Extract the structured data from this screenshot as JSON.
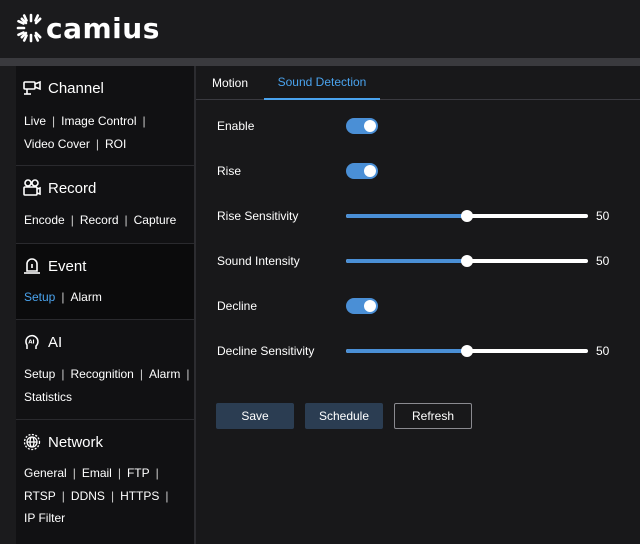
{
  "brand": {
    "name": "camius"
  },
  "sidebar": {
    "sections": [
      {
        "id": "channel",
        "title": "Channel",
        "icon": "camera-icon",
        "links": [
          "Live",
          "Image Control",
          "Video Cover",
          "ROI"
        ]
      },
      {
        "id": "record",
        "title": "Record",
        "icon": "video-recorder-icon",
        "links": [
          "Encode",
          "Record",
          "Capture"
        ]
      },
      {
        "id": "event",
        "title": "Event",
        "icon": "alert-icon",
        "links": [
          "Setup",
          "Alarm"
        ],
        "active_link": "Setup"
      },
      {
        "id": "ai",
        "title": "AI",
        "icon": "ai-head-icon",
        "links": [
          "Setup",
          "Recognition",
          "Alarm",
          "Statistics"
        ]
      },
      {
        "id": "network",
        "title": "Network",
        "icon": "globe-icon",
        "links": [
          "General",
          "Email",
          "FTP",
          "RTSP",
          "DDNS",
          "HTTPS",
          "IP Filter"
        ]
      }
    ]
  },
  "tabs": [
    {
      "label": "Motion",
      "active": false
    },
    {
      "label": "Sound Detection",
      "active": true
    }
  ],
  "settings": {
    "enable": {
      "label": "Enable",
      "on": true
    },
    "rise": {
      "label": "Rise",
      "on": true
    },
    "rise_sensitivity": {
      "label": "Rise Sensitivity",
      "value": 50,
      "display": "50",
      "max": 100
    },
    "sound_intensity": {
      "label": "Sound Intensity",
      "value": 50,
      "display": "50",
      "max": 100
    },
    "decline": {
      "label": "Decline",
      "on": true
    },
    "decline_sensitivity": {
      "label": "Decline Sensitivity",
      "value": 50,
      "display": "50",
      "max": 100
    }
  },
  "buttons": {
    "save": "Save",
    "schedule": "Schedule",
    "refresh": "Refresh"
  },
  "colors": {
    "accent": "#4aa3ee",
    "toggle_on": "#4a8fd6",
    "primary_button": "#2b3d52"
  }
}
